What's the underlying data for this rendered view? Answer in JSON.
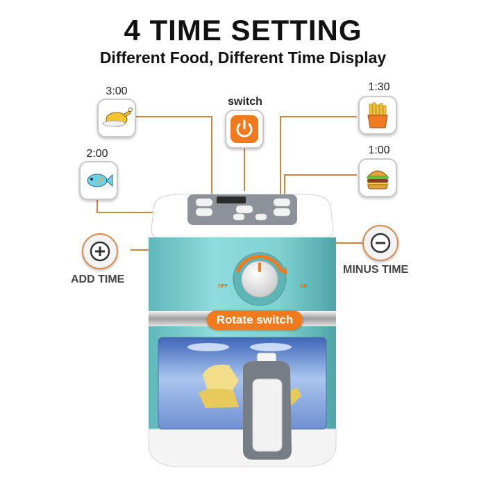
{
  "header": {
    "title": "4 TIME SETTING",
    "subtitle": "Different Food, Different Time Display"
  },
  "callouts": {
    "chicken": {
      "time": "3:00",
      "icon": "roast-chicken-icon"
    },
    "fish": {
      "time": "2:00",
      "icon": "fish-icon"
    },
    "fries": {
      "time": "1:30",
      "icon": "french-fries-icon"
    },
    "burger": {
      "time": "1:00",
      "icon": "burger-icon"
    },
    "switch": {
      "label": "switch",
      "icon": "power-icon"
    },
    "add_time": {
      "label": "ADD TIME",
      "icon": "plus-icon"
    },
    "minus_time": {
      "label": "MINUS TIME",
      "icon": "minus-icon"
    },
    "rotate_switch": {
      "label": "Rotate switch"
    },
    "knob": {
      "off": "OFF",
      "on": "ON"
    }
  },
  "colors": {
    "accent": "#f07a1e",
    "body": "#7ccfd0",
    "line": "#d2833f"
  }
}
